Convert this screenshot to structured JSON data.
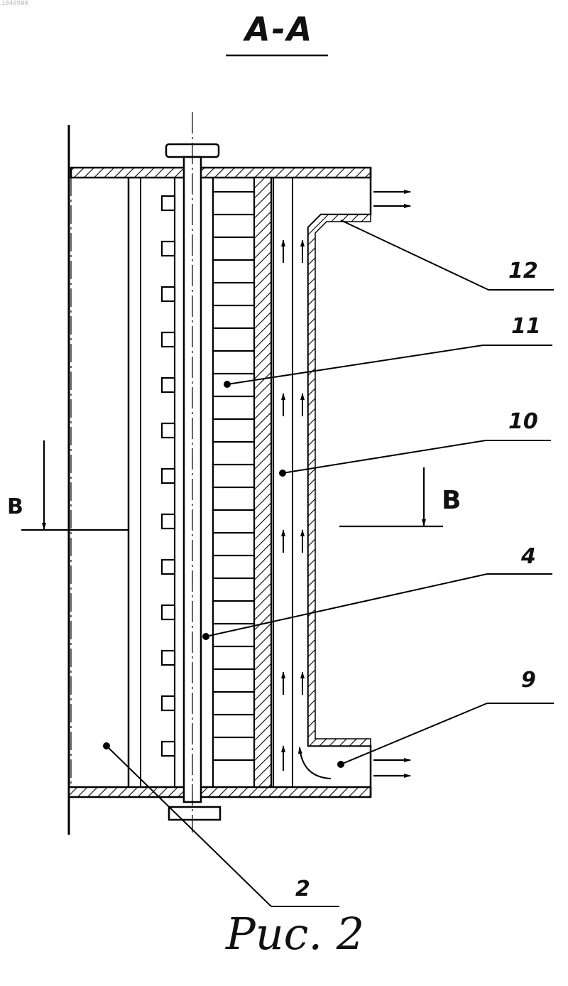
{
  "drawing": {
    "stamp": "1840980",
    "section_title": "A-A",
    "figure_caption": "Рис. 2",
    "section_marker_left": "B",
    "section_marker_right": "B",
    "callouts": {
      "c12": "12",
      "c11": "11",
      "c10": "10",
      "c4": "4",
      "c9": "9",
      "c2": "2"
    }
  }
}
